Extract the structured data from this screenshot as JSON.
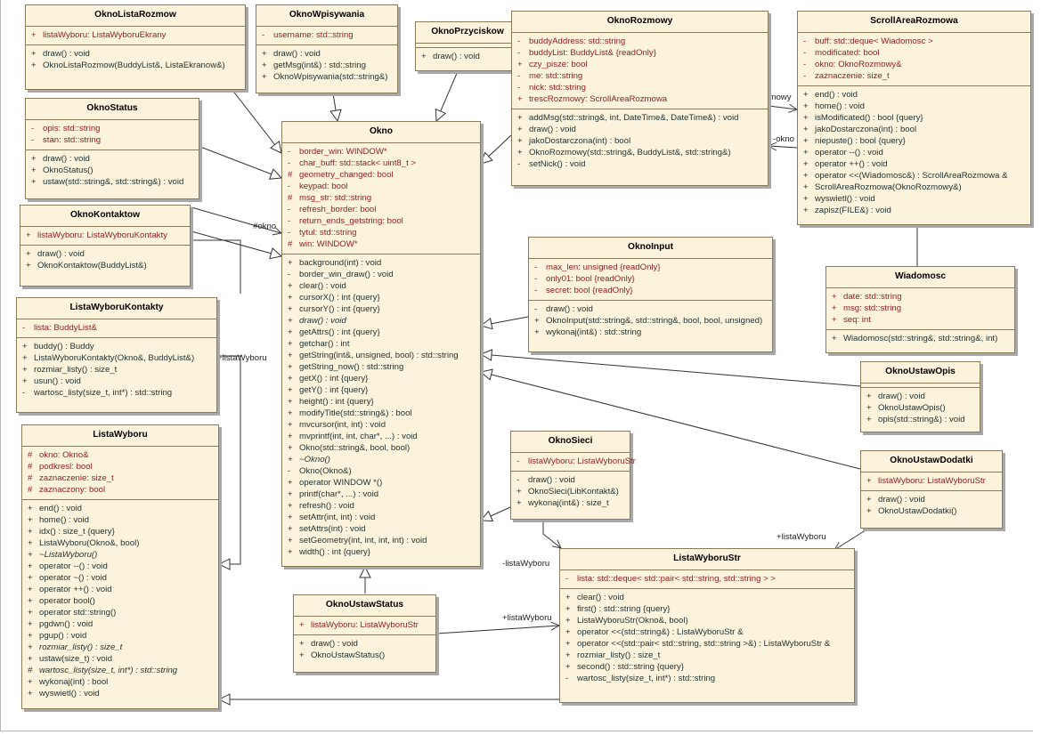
{
  "classes": [
    {
      "key": "OknoListaRozmow",
      "name": "OknoListaRozmow",
      "attributes": [
        {
          "v": "+",
          "t": "listaWyboru:  ListaWyboruEkrany"
        }
      ],
      "operations": [
        {
          "v": "+",
          "t": "draw() : void"
        },
        {
          "v": "+",
          "t": "OknoListaRozmow(BuddyList&, ListaEkranow&)"
        }
      ]
    },
    {
      "key": "OknoWpisywania",
      "name": "OknoWpisywania",
      "attributes": [
        {
          "v": "-",
          "t": "username:  std::string"
        }
      ],
      "operations": [
        {
          "v": "+",
          "t": "draw() : void"
        },
        {
          "v": "+",
          "t": "getMsg(int&) : std::string"
        },
        {
          "v": "+",
          "t": "OknoWpisywania(std::string&)"
        }
      ]
    },
    {
      "key": "OknoPrzyciskow",
      "name": "OknoPrzyciskow",
      "attributes": [],
      "operations": [
        {
          "v": "+",
          "t": "draw() : void"
        }
      ]
    },
    {
      "key": "OknoRozmowy",
      "name": "OknoRozmowy",
      "attributes": [
        {
          "v": "-",
          "t": "buddyAddress:  std::string"
        },
        {
          "v": "-",
          "t": "buddyList:  BuddyList& {readOnly}"
        },
        {
          "v": "+",
          "t": "czy_pisze:  bool"
        },
        {
          "v": "-",
          "t": "me:  std::string"
        },
        {
          "v": "-",
          "t": "nick:  std::string"
        },
        {
          "v": "+",
          "t": "trescRozmowy:  ScrollAreaRozmowa"
        }
      ],
      "operations": [
        {
          "v": "+",
          "t": "addMsg(std::string&, int, DateTime&, DateTime&) : void"
        },
        {
          "v": "+",
          "t": "draw() : void"
        },
        {
          "v": "+",
          "t": "jakoDostarczona(int) : bool"
        },
        {
          "v": "+",
          "t": "OknoRozmowy(std::string&, BuddyList&, std::string&)"
        },
        {
          "v": "-",
          "t": "setNick() : void"
        }
      ]
    },
    {
      "key": "ScrollAreaRozmowa",
      "name": "ScrollAreaRozmowa",
      "attributes": [
        {
          "v": "-",
          "t": "buff:  std::deque< Wiadomosc >"
        },
        {
          "v": "-",
          "t": "modificated:  bool"
        },
        {
          "v": "-",
          "t": "okno:  OknoRozmowy&"
        },
        {
          "v": "-",
          "t": "zaznaczenie:  size_t"
        }
      ],
      "operations": [
        {
          "v": "+",
          "t": "end() : void"
        },
        {
          "v": "+",
          "t": "home() : void"
        },
        {
          "v": "+",
          "t": "isModificated() : bool {query}"
        },
        {
          "v": "+",
          "t": "jakoDostarczona(int) : bool"
        },
        {
          "v": "+",
          "t": "niepuste() : bool {query}"
        },
        {
          "v": "+",
          "t": "operator --() : void"
        },
        {
          "v": "+",
          "t": "operator ++() : void"
        },
        {
          "v": "+",
          "t": "operator <<(Wiadomosc&) : ScrollAreaRozmowa &"
        },
        {
          "v": "+",
          "t": "ScrollAreaRozmowa(OknoRozmowy&)"
        },
        {
          "v": "+",
          "t": "wyswietl() : void"
        },
        {
          "v": "+",
          "t": "zapisz(FILE&) : void"
        }
      ]
    },
    {
      "key": "OknoStatus",
      "name": "OknoStatus",
      "attributes": [
        {
          "v": "-",
          "t": "opis:  std::string"
        },
        {
          "v": "-",
          "t": "stan:  std::string"
        }
      ],
      "operations": [
        {
          "v": "+",
          "t": "draw() : void"
        },
        {
          "v": "+",
          "t": "OknoStatus()"
        },
        {
          "v": "+",
          "t": "ustaw(std::string&, std::string&) : void"
        }
      ]
    },
    {
      "key": "Okno",
      "name": "Okno",
      "attributes": [
        {
          "v": "-",
          "t": "border_win:  WINDOW*"
        },
        {
          "v": "-",
          "t": "char_buff:  std::stack< uint8_t >"
        },
        {
          "v": "#",
          "t": "geometry_changed:  bool"
        },
        {
          "v": "-",
          "t": "keypad:  bool"
        },
        {
          "v": "#",
          "t": "msg_str:  std::string"
        },
        {
          "v": "-",
          "t": "refresh_border:  bool"
        },
        {
          "v": "-",
          "t": "return_ends_getstring:  bool"
        },
        {
          "v": "-",
          "t": "tytul:  std::string"
        },
        {
          "v": "#",
          "t": "win:  WINDOW*"
        }
      ],
      "operations": [
        {
          "v": "+",
          "t": "background(int) : void"
        },
        {
          "v": "-",
          "t": "border_win_draw() : void"
        },
        {
          "v": "+",
          "t": "clear() : void"
        },
        {
          "v": "+",
          "t": "cursorX() : int {query}"
        },
        {
          "v": "+",
          "t": "cursorY() : int {query}"
        },
        {
          "v": "+",
          "t": "draw() : void",
          "i": true
        },
        {
          "v": "+",
          "t": "getAttrs() : int {query}"
        },
        {
          "v": "+",
          "t": "getchar() : int"
        },
        {
          "v": "+",
          "t": "getString(int&, unsigned, bool) : std::string"
        },
        {
          "v": "+",
          "t": "getString_now() : std::string"
        },
        {
          "v": "+",
          "t": "getX() : int {query}"
        },
        {
          "v": "+",
          "t": "getY() : int {query}"
        },
        {
          "v": "+",
          "t": "height() : int {query}"
        },
        {
          "v": "+",
          "t": "modifyTitle(std::string&) : bool"
        },
        {
          "v": "+",
          "t": "mvcursor(int, int) : void"
        },
        {
          "v": "+",
          "t": "mvprintf(int, int, char*, ...) : void"
        },
        {
          "v": "+",
          "t": "Okno(std::string&, bool, bool)"
        },
        {
          "v": "+",
          "t": "~Okno()",
          "i": true
        },
        {
          "v": "-",
          "t": "Okno(Okno&)"
        },
        {
          "v": "+",
          "t": "operator WINDOW *()"
        },
        {
          "v": "+",
          "t": "printf(char*, ...) : void"
        },
        {
          "v": "+",
          "t": "refresh() : void"
        },
        {
          "v": "+",
          "t": "setAttr(int, int) : void"
        },
        {
          "v": "+",
          "t": "setAttrs(int) : void"
        },
        {
          "v": "+",
          "t": "setGeometry(int, int, int, int) : void"
        },
        {
          "v": "+",
          "t": "width() : int {query}"
        }
      ]
    },
    {
      "key": "OknoKontaktow",
      "name": "OknoKontaktow",
      "attributes": [
        {
          "v": "+",
          "t": "listaWyboru:  ListaWyboruKontakty"
        }
      ],
      "operations": [
        {
          "v": "+",
          "t": "draw() : void"
        },
        {
          "v": "+",
          "t": "OknoKontaktow(BuddyList&)"
        }
      ]
    },
    {
      "key": "OknoInput",
      "name": "OknoInput",
      "attributes": [
        {
          "v": "-",
          "t": "max_len:  unsigned {readOnly}"
        },
        {
          "v": "-",
          "t": "only01:  bool {readOnly}"
        },
        {
          "v": "-",
          "t": "secret:  bool {readOnly}"
        }
      ],
      "operations": [
        {
          "v": "-",
          "t": "draw() : void"
        },
        {
          "v": "+",
          "t": "OknoInput(std::string&, std::string&, bool, bool, unsigned)"
        },
        {
          "v": "+",
          "t": "wykonaj(int&) : std::string"
        }
      ]
    },
    {
      "key": "Wiadomosc",
      "name": "Wiadomosc",
      "attributes": [
        {
          "v": "+",
          "t": "date:  std::string"
        },
        {
          "v": "+",
          "t": "msg:  std::string"
        },
        {
          "v": "+",
          "t": "seq:  int"
        }
      ],
      "operations": [
        {
          "v": "+",
          "t": "Wiadomosc(std::string&, std::string&, int)"
        }
      ]
    },
    {
      "key": "ListaWyboruKontakty",
      "name": "ListaWyboruKontakty",
      "attributes": [
        {
          "v": "-",
          "t": "lista:  BuddyList&"
        }
      ],
      "operations": [
        {
          "v": "+",
          "t": "buddy() : Buddy"
        },
        {
          "v": "+",
          "t": "ListaWyboruKontakty(Okno&, BuddyList&)"
        },
        {
          "v": "+",
          "t": "rozmiar_listy() : size_t"
        },
        {
          "v": "+",
          "t": "usun() : void"
        },
        {
          "v": "-",
          "t": "wartosc_listy(size_t, int*) : std::string"
        }
      ]
    },
    {
      "key": "OknoUstawOpis",
      "name": "OknoUstawOpis",
      "attributes": [],
      "operations": [
        {
          "v": "+",
          "t": "draw() : void"
        },
        {
          "v": "+",
          "t": "OknoUstawOpis()"
        },
        {
          "v": "+",
          "t": "opis(std::string&) : void"
        }
      ]
    },
    {
      "key": "ListaWyboru",
      "name": "ListaWyboru",
      "attributes": [
        {
          "v": "#",
          "t": "okno:  Okno&"
        },
        {
          "v": "#",
          "t": "podkresl:  bool"
        },
        {
          "v": "#",
          "t": "zaznaczenie:  size_t"
        },
        {
          "v": "#",
          "t": "zaznaczony:  bool"
        }
      ],
      "operations": [
        {
          "v": "+",
          "t": "end() : void"
        },
        {
          "v": "+",
          "t": "home() : void"
        },
        {
          "v": "+",
          "t": "idx() : size_t {query}"
        },
        {
          "v": "+",
          "t": "ListaWyboru(Okno&, bool)"
        },
        {
          "v": "+",
          "t": "~ListaWyboru()",
          "i": true
        },
        {
          "v": "+",
          "t": "operator --() : void"
        },
        {
          "v": "+",
          "t": "operator ~() : void"
        },
        {
          "v": "+",
          "t": "operator ++() : void"
        },
        {
          "v": "+",
          "t": "operator bool()"
        },
        {
          "v": "+",
          "t": "operator std::string()"
        },
        {
          "v": "+",
          "t": "pgdwn() : void"
        },
        {
          "v": "+",
          "t": "pgup() : void"
        },
        {
          "v": "+",
          "t": "rozmiar_listy() : size_t",
          "i": true
        },
        {
          "v": "+",
          "t": "ustaw(size_t) : void"
        },
        {
          "v": "#",
          "t": "wartosc_listy(size_t, int*) : std::string",
          "i": true
        },
        {
          "v": "+",
          "t": "wykonaj(int) : bool"
        },
        {
          "v": "+",
          "t": "wyswietl() : void"
        }
      ]
    },
    {
      "key": "OknoSieci",
      "name": "OknoSieci",
      "attributes": [
        {
          "v": "-",
          "t": "listaWyboru:  ListaWyboruStr"
        }
      ],
      "operations": [
        {
          "v": "-",
          "t": "draw() : void"
        },
        {
          "v": "+",
          "t": "OknoSieci(LibKontakt&)"
        },
        {
          "v": "+",
          "t": "wykonaj(int&) : size_t"
        }
      ]
    },
    {
      "key": "OknoUstawDodatki",
      "name": "OknoUstawDodatki",
      "attributes": [
        {
          "v": "+",
          "t": "listaWyboru:  ListaWyboruStr"
        }
      ],
      "operations": [
        {
          "v": "+",
          "t": "draw() : void"
        },
        {
          "v": "+",
          "t": "OknoUstawDodatki()"
        }
      ]
    },
    {
      "key": "ListaWyboruStr",
      "name": "ListaWyboruStr",
      "attributes": [
        {
          "v": "-",
          "t": "lista:  std::deque< std::pair< std::string, std::string > >"
        }
      ],
      "operations": [
        {
          "v": "+",
          "t": "clear() : void"
        },
        {
          "v": "+",
          "t": "first() : std::string {query}"
        },
        {
          "v": "+",
          "t": "ListaWyboruStr(Okno&, bool)"
        },
        {
          "v": "+",
          "t": "operator <<(std::string&) : ListaWyboruStr &"
        },
        {
          "v": "+",
          "t": "operator <<(std::pair< std::string, std::string >&) : ListaWyboruStr &"
        },
        {
          "v": "+",
          "t": "rozmiar_listy() : size_t"
        },
        {
          "v": "+",
          "t": "second() : std::string {query}"
        },
        {
          "v": "-",
          "t": "wartosc_listy(size_t, int*) : std::string"
        }
      ]
    },
    {
      "key": "OknoUstawStatus",
      "name": "OknoUstawStatus",
      "attributes": [
        {
          "v": "+",
          "t": "listaWyboru:  ListaWyboruStr"
        }
      ],
      "operations": [
        {
          "v": "+",
          "t": "draw() : void"
        },
        {
          "v": "+",
          "t": "OknoUstawStatus()"
        }
      ]
    }
  ],
  "labels": {
    "tresc_rozmowy": "+trescRozmowy",
    "okno_minus": "-okno",
    "okno_hash": "#okno",
    "lista_wyboru_kontakty": "+listaWyboru",
    "lista_wyboru_sieci": "-listaWyboru",
    "lista_wyboru_status": "+listaWyboru",
    "lista_wyboru_dodatki": "+listaWyboru"
  },
  "colors": {
    "box_fill": "#fbf3dc",
    "box_border": "#8a7a5a",
    "attribute_text": "#8e1d1d",
    "operation_text": "#1f3030",
    "line": "#333333"
  }
}
